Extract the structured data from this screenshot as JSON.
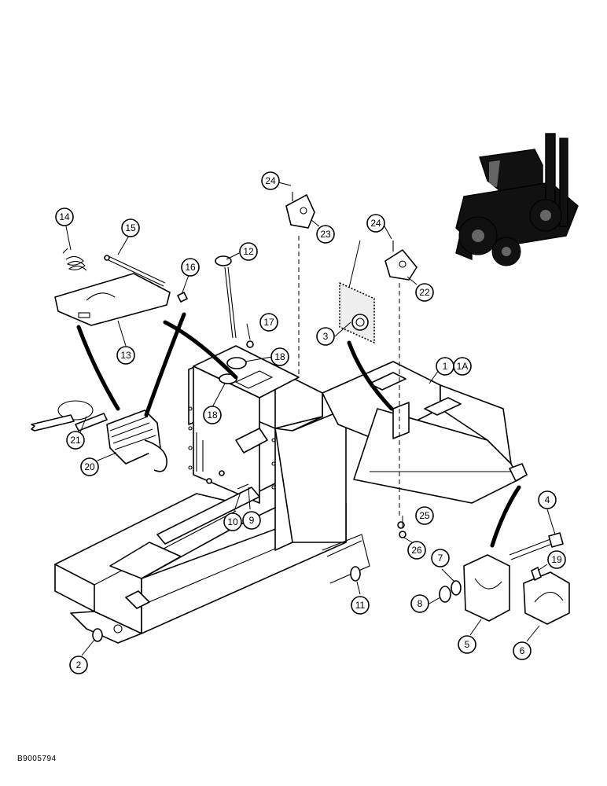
{
  "document_id": "B9005794",
  "callouts": [
    {
      "id": "c-1",
      "label": "1"
    },
    {
      "id": "c-1a",
      "label": "1A"
    },
    {
      "id": "c-2",
      "label": "2"
    },
    {
      "id": "c-3",
      "label": "3"
    },
    {
      "id": "c-4",
      "label": "4"
    },
    {
      "id": "c-5",
      "label": "5"
    },
    {
      "id": "c-6",
      "label": "6"
    },
    {
      "id": "c-7",
      "label": "7"
    },
    {
      "id": "c-8",
      "label": "8"
    },
    {
      "id": "c-9",
      "label": "9"
    },
    {
      "id": "c-10",
      "label": "10"
    },
    {
      "id": "c-11",
      "label": "11"
    },
    {
      "id": "c-12",
      "label": "12"
    },
    {
      "id": "c-13",
      "label": "13"
    },
    {
      "id": "c-14",
      "label": "14"
    },
    {
      "id": "c-15",
      "label": "15"
    },
    {
      "id": "c-16",
      "label": "16"
    },
    {
      "id": "c-17",
      "label": "17"
    },
    {
      "id": "c-18a",
      "label": "18"
    },
    {
      "id": "c-18b",
      "label": "18"
    },
    {
      "id": "c-19",
      "label": "19"
    },
    {
      "id": "c-20",
      "label": "20"
    },
    {
      "id": "c-21",
      "label": "21"
    },
    {
      "id": "c-22",
      "label": "22"
    },
    {
      "id": "c-23",
      "label": "23"
    },
    {
      "id": "c-24a",
      "label": "24"
    },
    {
      "id": "c-24b",
      "label": "24"
    },
    {
      "id": "c-25",
      "label": "25"
    },
    {
      "id": "c-26",
      "label": "26"
    }
  ]
}
